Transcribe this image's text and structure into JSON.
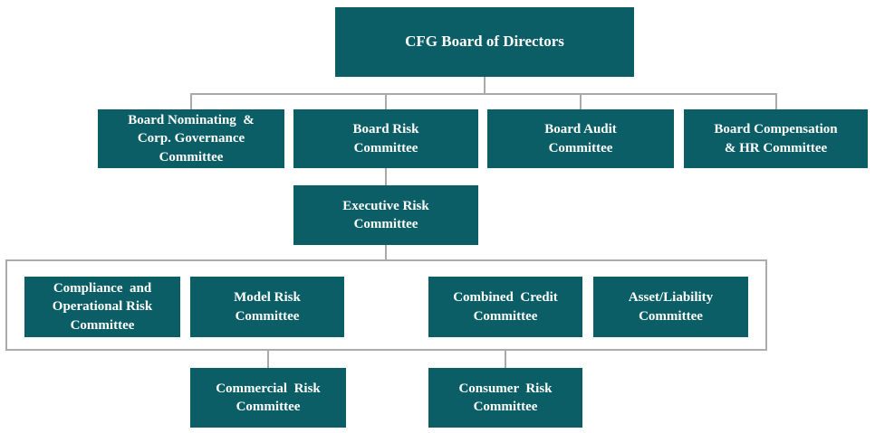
{
  "colors": {
    "box_fill": "#0b5e66",
    "box_text": "#ffffff",
    "connector_gray": "#a9a9a9",
    "group_border_gray": "#ababab",
    "background": "#ffffff"
  },
  "org_chart": {
    "type": "org-hierarchy",
    "root": {
      "label": "CFG Board of Directors"
    },
    "board_committees": [
      {
        "label": "Board Nominating  &\nCorp. Governance\nCommittee"
      },
      {
        "label": "Board Risk\nCommittee"
      },
      {
        "label": "Board Audit\nCommittee"
      },
      {
        "label": "Board Compensation\n& HR Committee"
      }
    ],
    "executive_committee": {
      "label": "Executive Risk\nCommittee"
    },
    "management_committees": [
      {
        "label": "Compliance  and\nOperational Risk\nCommittee"
      },
      {
        "label": "Model Risk\nCommittee"
      },
      {
        "label": "Combined  Credit\nCommittee"
      },
      {
        "label": "Asset/Liability\nCommittee"
      }
    ],
    "sub_committees": [
      {
        "label": "Commercial  Risk\nCommittee"
      },
      {
        "label": "Consumer  Risk\nCommittee"
      }
    ]
  }
}
